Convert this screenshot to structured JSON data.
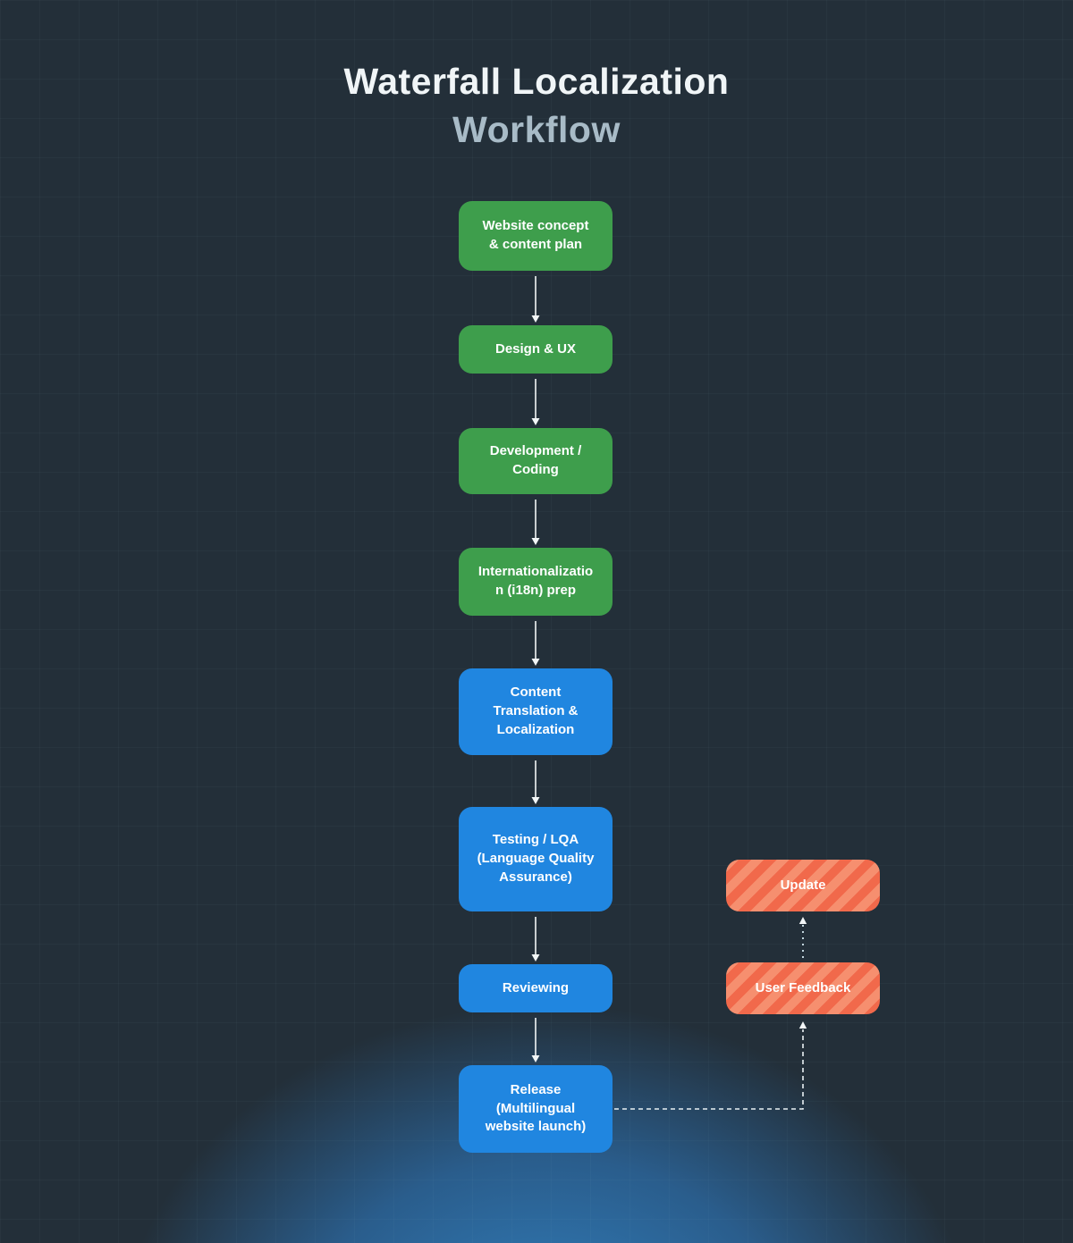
{
  "title": {
    "line1": "Waterfall Localization",
    "line2": "Workflow"
  },
  "colors": {
    "background": "#232f39",
    "glow": "#2f74ad",
    "green": "#3e9e4c",
    "blue": "#2086e0",
    "orange_base": "#f1694b",
    "orange_stripe": "#f68f6f",
    "text": "#ffffff"
  },
  "flow": {
    "main": [
      {
        "label": "Website concept & content plan",
        "type": "green"
      },
      {
        "label": "Design & UX",
        "type": "green"
      },
      {
        "label": "Development / Coding",
        "type": "green"
      },
      {
        "label": "Internationalization (i18n) prep",
        "type": "green"
      },
      {
        "label": "Content Translation & Localization",
        "type": "blue"
      },
      {
        "label": "Testing / LQA (Language Quality Assurance)",
        "type": "blue"
      },
      {
        "label": "Reviewing",
        "type": "blue"
      },
      {
        "label": "Release (Multilingual website launch)",
        "type": "blue"
      }
    ],
    "side": [
      {
        "label": "Update",
        "type": "orange"
      },
      {
        "label": "User Feedback",
        "type": "orange"
      }
    ],
    "connections": [
      {
        "from": "Website concept & content plan",
        "to": "Design & UX",
        "style": "solid"
      },
      {
        "from": "Design & UX",
        "to": "Development / Coding",
        "style": "solid"
      },
      {
        "from": "Development / Coding",
        "to": "Internationalization (i18n) prep",
        "style": "solid"
      },
      {
        "from": "Internationalization (i18n) prep",
        "to": "Content Translation & Localization",
        "style": "solid"
      },
      {
        "from": "Content Translation & Localization",
        "to": "Testing / LQA (Language Quality Assurance)",
        "style": "solid"
      },
      {
        "from": "Testing / LQA (Language Quality Assurance)",
        "to": "Reviewing",
        "style": "solid"
      },
      {
        "from": "Reviewing",
        "to": "Release (Multilingual website launch)",
        "style": "solid"
      },
      {
        "from": "Release (Multilingual website launch)",
        "to": "User Feedback",
        "style": "dashed"
      },
      {
        "from": "User Feedback",
        "to": "Update",
        "style": "dotted"
      }
    ]
  }
}
